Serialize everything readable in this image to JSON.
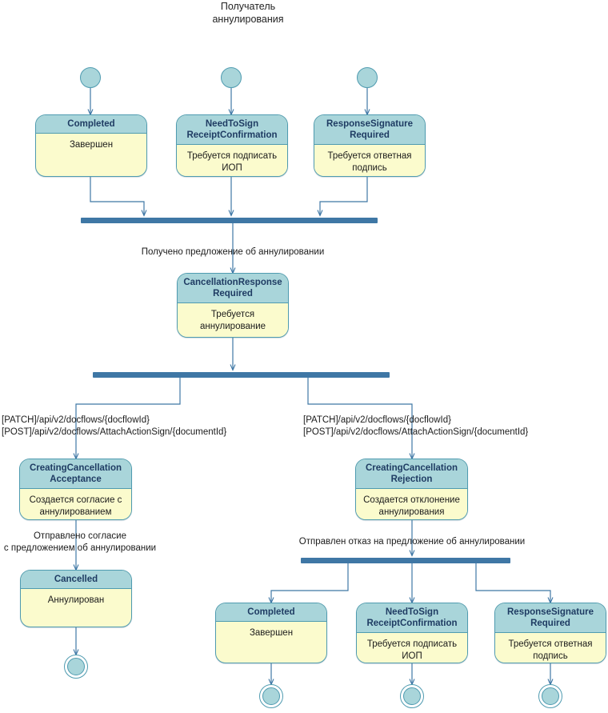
{
  "diagram": {
    "lane_title": "Получатель\nаннулирования",
    "colors": {
      "state_header": "#a9d5da",
      "state_body": "#fbfbcd",
      "state_border": "#4f9bb0",
      "bar": "#3f77a5",
      "edge": "#3f77a5",
      "header_text": "#1f3c63"
    },
    "states": [
      {
        "id": "completed_top",
        "name": "Completed",
        "description": "Завершен"
      },
      {
        "id": "needtosign_top",
        "name": "NeedToSign\nReceiptConfirmation",
        "description": "Требуется подписать\nИОП"
      },
      {
        "id": "responsesig_top",
        "name": "ResponseSignature\nRequired",
        "description": "Требуется ответная\nподпись"
      },
      {
        "id": "cancellation_required",
        "name": "CancellationResponse\nRequired",
        "description": "Требуется\nаннулирование"
      },
      {
        "id": "creating_acceptance",
        "name": "CreatingCancellation\nAcceptance",
        "description": "Создается согласие с\nаннулированием"
      },
      {
        "id": "creating_rejection",
        "name": "CreatingCancellation\nRejection",
        "description": "Создается отклонение\nаннулирования"
      },
      {
        "id": "cancelled",
        "name": "Cancelled",
        "description": "Аннулирован"
      },
      {
        "id": "completed_bottom",
        "name": "Completed",
        "description": "Завершен"
      },
      {
        "id": "needtosign_bottom",
        "name": "NeedToSign\nReceiptConfirmation",
        "description": "Требуется подписать\nИОП"
      },
      {
        "id": "responsesig_bottom",
        "name": "ResponseSignature\nRequired",
        "description": "Требуется ответная\nподпись"
      }
    ],
    "edge_labels": {
      "offer_received": "Получено предложение об аннулировании",
      "api_left": "[PATCH]/api/v2/docflows/{docflowId}\n[POST]/api/v2/docflows/AttachActionSign/{documentId}",
      "api_right": "[PATCH]/api/v2/docflows/{docflowId}\n[POST]/api/v2/docflows/AttachActionSign/{documentId}",
      "acceptance_sent": "Отправлено согласие\nс предложением об аннулировании",
      "rejection_sent": "Отправлен отказ на предложение об аннулировании"
    }
  }
}
